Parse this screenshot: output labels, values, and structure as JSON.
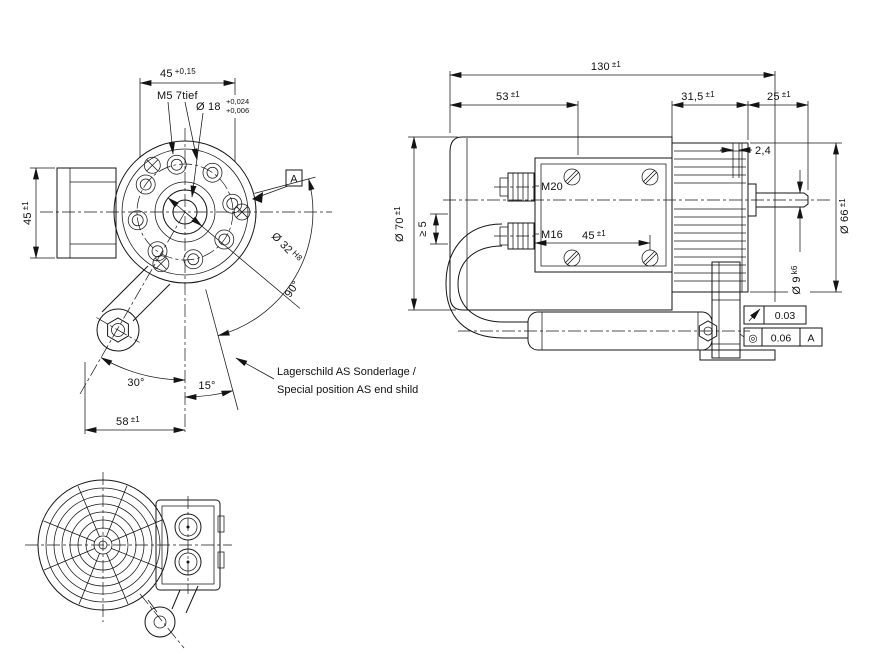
{
  "page": {
    "background": "#ffffff",
    "line_color": "#161616"
  },
  "front_view": {
    "dim_top_width": {
      "value": "45",
      "tol": "+0,15"
    },
    "thread_note": "M5  7tief",
    "bore_dim": {
      "value": "Ø 18",
      "tol_upper": "+0,024",
      "tol_lower": "+0,006"
    },
    "dim_left_height": {
      "value": "45",
      "tol": "±1"
    },
    "spigot_dim": {
      "value": "Ø 32",
      "tol": "H8"
    },
    "angle_sector": "90°",
    "angle_lever": "30°",
    "angle_offset": "15°",
    "dim_lever_offset": {
      "value": "58",
      "tol": "±1"
    },
    "datum": "A",
    "note": {
      "line1": "Lagerschild AS Sonderlage /",
      "line2": "Special position AS end shild"
    }
  },
  "side_view": {
    "dim_overall_length": {
      "value": "130",
      "tol": "±1"
    },
    "dim_body_length": {
      "value": "53",
      "tol": "±1"
    },
    "dim_gear_length": {
      "value": "31,5",
      "tol": "±1"
    },
    "dim_shaft_length": {
      "value": "25",
      "tol": "±1"
    },
    "dim_body_dia": {
      "value": "Ø 70",
      "tol": "±1"
    },
    "dim_min_clearance": "≥ 5",
    "gland_top_label": "M20",
    "gland_bottom_label": "M16",
    "dim_screw_spacing": {
      "value": "45",
      "tol": "±1"
    },
    "dim_groove": "2,4",
    "dim_gear_dia": {
      "value": "Ø 66",
      "tol": "±1"
    },
    "dim_shaft_dia": {
      "value": "Ø 9",
      "tol": "k6"
    },
    "fcf_runout": {
      "symbol_icon": "circular-runout-arrow",
      "value": "0.03"
    },
    "fcf_concentricity": {
      "symbol": "◎",
      "value": "0.06",
      "datum": "A"
    }
  }
}
